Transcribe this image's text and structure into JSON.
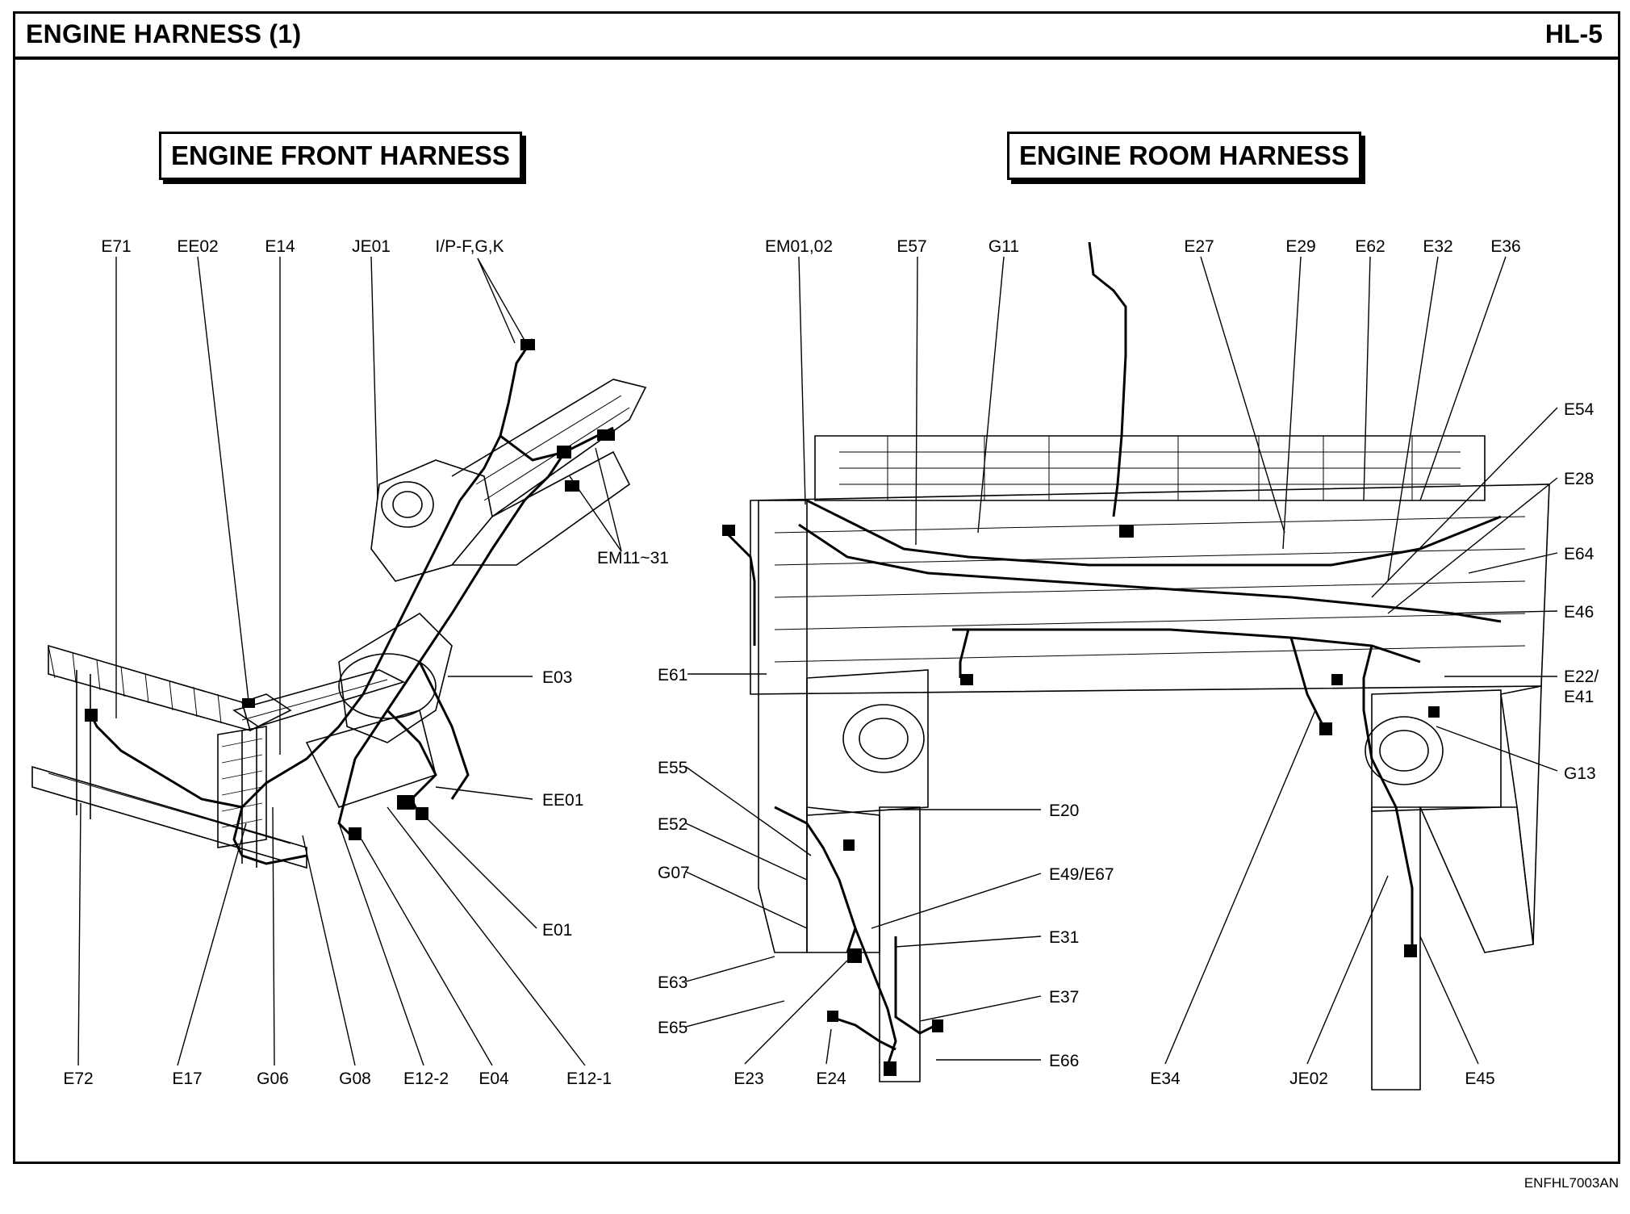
{
  "header": {
    "title": "ENGINE HARNESS (1)",
    "page_code": "HL-5"
  },
  "footer": {
    "drawing_code": "ENFHL7003AN"
  },
  "sections": {
    "front": {
      "title": "ENGINE FRONT HARNESS"
    },
    "room": {
      "title": "ENGINE ROOM HARNESS"
    }
  },
  "front_labels": {
    "E71": "E71",
    "EE02": "EE02",
    "E14": "E14",
    "JE01": "JE01",
    "IPFGK": "I/P-F,G,K",
    "EM1131": "EM11~31",
    "E03": "E03",
    "EE01": "EE01",
    "E01": "E01",
    "E72": "E72",
    "E17": "E17",
    "G06": "G06",
    "G08": "G08",
    "E122": "E12-2",
    "E04": "E04",
    "E121": "E12-1"
  },
  "room_labels": {
    "EM0102": "EM01,02",
    "E57": "E57",
    "G11": "G11",
    "E27": "E27",
    "E29": "E29",
    "E62": "E62",
    "E32": "E32",
    "E36": "E36",
    "E54": "E54",
    "E28": "E28",
    "E64": "E64",
    "E46": "E46",
    "E22": "E22/",
    "E41": "E41",
    "G13": "G13",
    "E61": "E61",
    "E55": "E55",
    "E52": "E52",
    "G07": "G07",
    "E20": "E20",
    "E4967": "E49/E67",
    "E31": "E31",
    "E63": "E63",
    "E37": "E37",
    "E65": "E65",
    "E66": "E66",
    "E23": "E23",
    "E24": "E24",
    "E34": "E34",
    "JE02": "JE02",
    "E45": "E45"
  }
}
